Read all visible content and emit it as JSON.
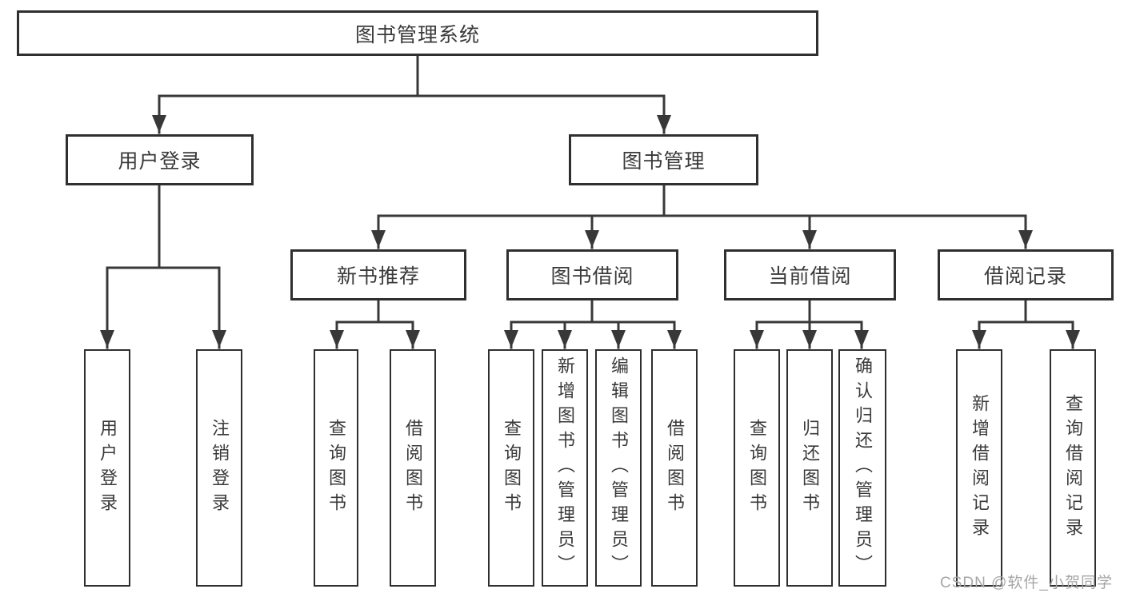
{
  "root": {
    "label": "图书管理系统"
  },
  "branches": [
    {
      "label": "用户登录",
      "children": [
        {
          "label": "用户登录"
        },
        {
          "label": "注销登录"
        }
      ]
    },
    {
      "label": "图书管理",
      "children": [
        {
          "label": "新书推荐",
          "children": [
            {
              "label": "查询图书"
            },
            {
              "label": "借阅图书"
            }
          ]
        },
        {
          "label": "图书借阅",
          "children": [
            {
              "label": "查询图书"
            },
            {
              "label": "新增图书（管理员）"
            },
            {
              "label": "编辑图书（管理员）"
            },
            {
              "label": "借阅图书"
            }
          ]
        },
        {
          "label": "当前借阅",
          "children": [
            {
              "label": "查询图书"
            },
            {
              "label": "归还图书"
            },
            {
              "label": "确认归还（管理员）"
            }
          ]
        },
        {
          "label": "借阅记录",
          "children": [
            {
              "label": "新增借阅记录"
            },
            {
              "label": "查询借阅记录"
            }
          ]
        }
      ]
    }
  ],
  "watermark": {
    "text": "CSDN @软件_小贺同学"
  },
  "colors": {
    "line": "#383838",
    "border": "#2f2f2f",
    "text": "#3a3a3a",
    "watermark": "#a6a6a6",
    "background": "#ffffff"
  }
}
